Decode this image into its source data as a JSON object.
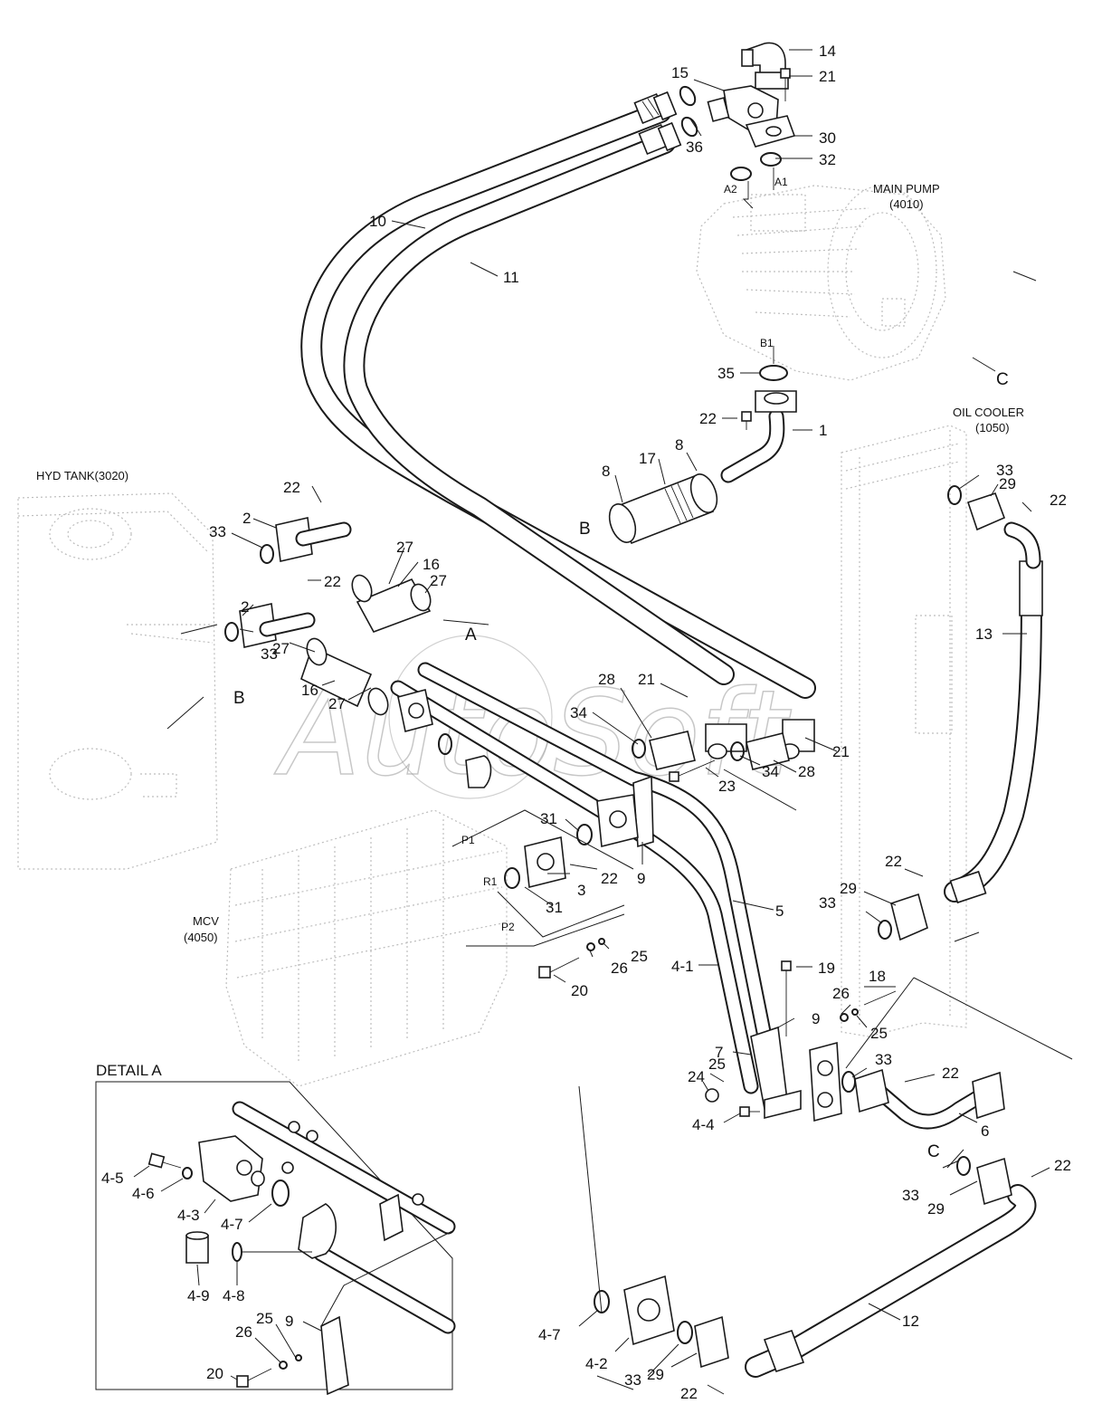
{
  "watermark": "AutoSoft",
  "components": {
    "main_pump": "MAIN PUMP",
    "main_pump_code": "(4010)",
    "oil_cooler": "OIL COOLER",
    "oil_cooler_code": "(1050)",
    "hyd_tank": "HYD TANK(3020)",
    "mcv": "MCV",
    "mcv_code": "(4050)"
  },
  "ports": {
    "a1": "A1",
    "a2": "A2",
    "b1": "B1",
    "p1": "P1",
    "p2": "P2",
    "r1": "R1"
  },
  "refs": {
    "a": "A",
    "b_pipe": "B",
    "b_tank": "B",
    "c_cooler": "C",
    "c_lower": "C"
  },
  "detail": {
    "title": "DETAIL A"
  },
  "callouts": [
    "14",
    "21",
    "15",
    "36",
    "30",
    "32",
    "10",
    "11",
    "35",
    "22",
    "1",
    "8",
    "17",
    "8",
    "22",
    "2",
    "33",
    "27",
    "16",
    "27",
    "22",
    "2",
    "33",
    "27",
    "16",
    "27",
    "21",
    "28",
    "34",
    "21",
    "34",
    "28",
    "23",
    "31",
    "22",
    "3",
    "31",
    "9",
    "5",
    "4-1",
    "25",
    "26",
    "20",
    "19",
    "18",
    "26",
    "25",
    "9",
    "7",
    "25",
    "24",
    "33",
    "22",
    "6",
    "4-4",
    "33",
    "29",
    "22",
    "13",
    "22",
    "29",
    "33",
    "33",
    "29",
    "22",
    "12",
    "4-7",
    "4-2",
    "33",
    "29",
    "22",
    "4-5",
    "4-6",
    "4-3",
    "4-7",
    "4-9",
    "4-8",
    "9",
    "25",
    "26",
    "20"
  ]
}
